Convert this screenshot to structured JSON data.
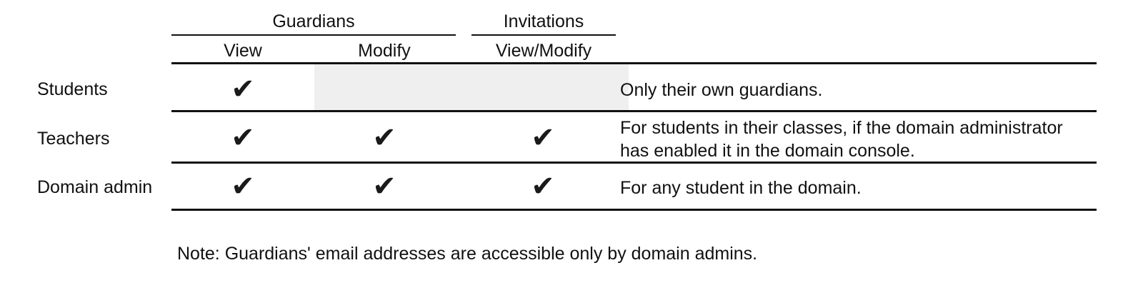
{
  "table": {
    "column_groups": [
      {
        "label": "Guardians",
        "spans": [
          "View",
          "Modify"
        ]
      },
      {
        "label": "Invitations",
        "spans": [
          "View/Modify"
        ]
      }
    ],
    "columns": [
      {
        "key": "view",
        "label": "View"
      },
      {
        "key": "modify",
        "label": "Modify"
      },
      {
        "key": "view_modify",
        "label": "View/Modify"
      },
      {
        "key": "details",
        "label": ""
      }
    ],
    "check_glyph": "✔",
    "rows": [
      {
        "label": "Students",
        "view": true,
        "modify": false,
        "view_modify": false,
        "disabled_cells": [
          "modify",
          "view_modify"
        ],
        "details_line1": "Only their own guardians.",
        "details_line2": ""
      },
      {
        "label": "Teachers",
        "view": true,
        "modify": true,
        "view_modify": true,
        "disabled_cells": [],
        "details_line1": "For students in their classes, if the domain administrator",
        "details_line2": "has enabled it in the domain console."
      },
      {
        "label": "Domain admin",
        "view": true,
        "modify": true,
        "view_modify": true,
        "disabled_cells": [],
        "details_line1": "For any student in the domain.",
        "details_line2": ""
      }
    ]
  },
  "footnote": "Note: Guardians' email addresses are accessible only by domain admins.",
  "colors": {
    "text": "#111111",
    "rule": "#111111",
    "disabled_cell_fill": "#efefef",
    "background": "#ffffff"
  }
}
